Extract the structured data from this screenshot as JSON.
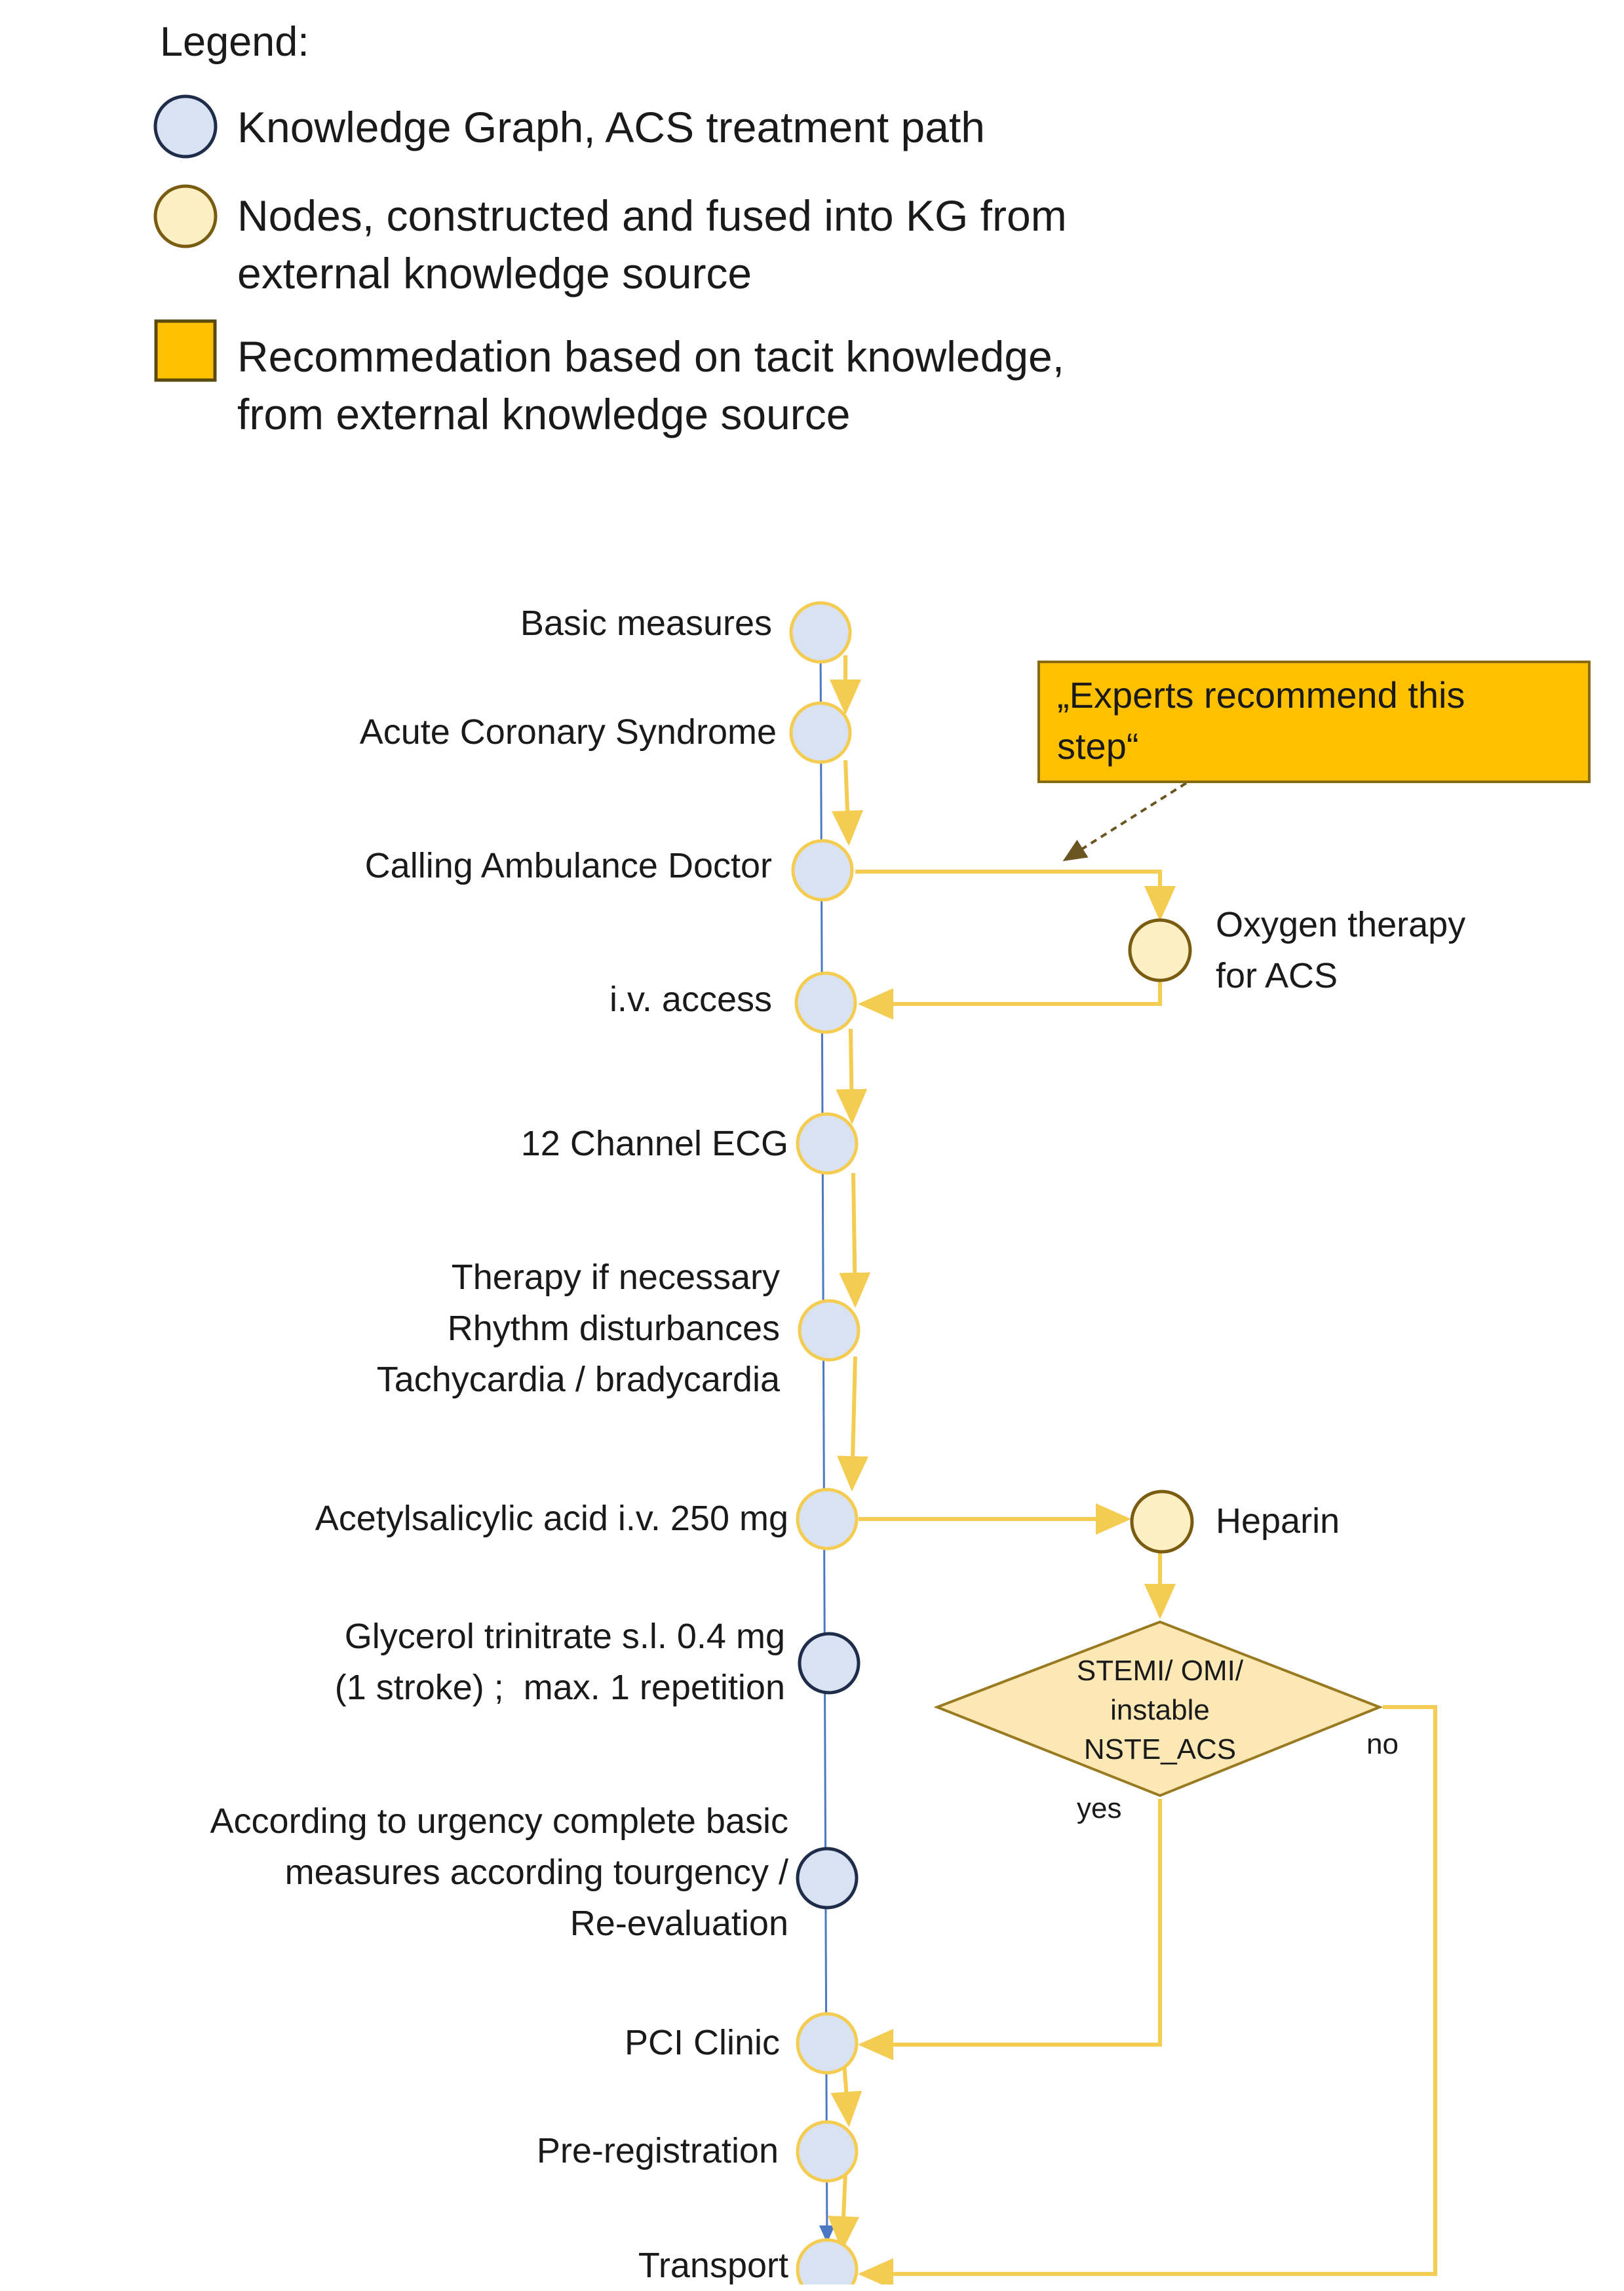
{
  "legend": {
    "title": "Legend:",
    "items": [
      {
        "symbol": "blue-circle",
        "text": "Knowledge Graph, ACS treatment path"
      },
      {
        "symbol": "yellow-circle",
        "text": "Nodes, constructed and fused into KG from\nexternal knowledge source"
      },
      {
        "symbol": "orange-square",
        "text": "Recommedation based on tacit knowledge,\nfrom external knowledge source"
      }
    ]
  },
  "recommendation_box": {
    "text": "„Experts recommend this\nstep“"
  },
  "nodes": {
    "basic_measures": "Basic measures",
    "acs": "Acute Coronary Syndrome",
    "calling_doctor": "Calling Ambulance Doctor",
    "iv_access": "i.v. access",
    "ecg": "12 Channel ECG",
    "therapy": "Therapy if necessary\nRhythm disturbances\nTachycardia / bradycardia",
    "asa": "Acetylsalicylic acid i.v. 250 mg",
    "gtn": "Glycerol trinitrate s.l. 0.4 mg\n(1 stroke) ;  max. 1 repetition",
    "urgency": "According to urgency complete basic\nmeasures according tourgency /\nRe-evaluation",
    "pci": "PCI Clinic",
    "prereg": "Pre-registration",
    "transport": "Transport",
    "oxygen": "Oxygen therapy\nfor ACS",
    "heparin": "Heparin"
  },
  "decision": {
    "text": "STEMI/ OMI/\ninstable\nNSTE_ACS",
    "yes": "yes",
    "no": "no"
  },
  "colors": {
    "kg_fill": "#d9e2f2",
    "kg_outline_yellow": "#f5cc52",
    "kg_outline_dark": "#1f2d4a",
    "ext_fill": "#fdefc4",
    "ext_outline": "#7a5c10",
    "recommend_fill": "#ffc000",
    "recommend_outline": "#8a6a10",
    "path_yellow": "#f5cc52",
    "path_blue": "#4a78c2",
    "dashed_arrow": "#6b5520",
    "decision_fill": "#fbe8b5",
    "decision_outline": "#9a7a20"
  }
}
